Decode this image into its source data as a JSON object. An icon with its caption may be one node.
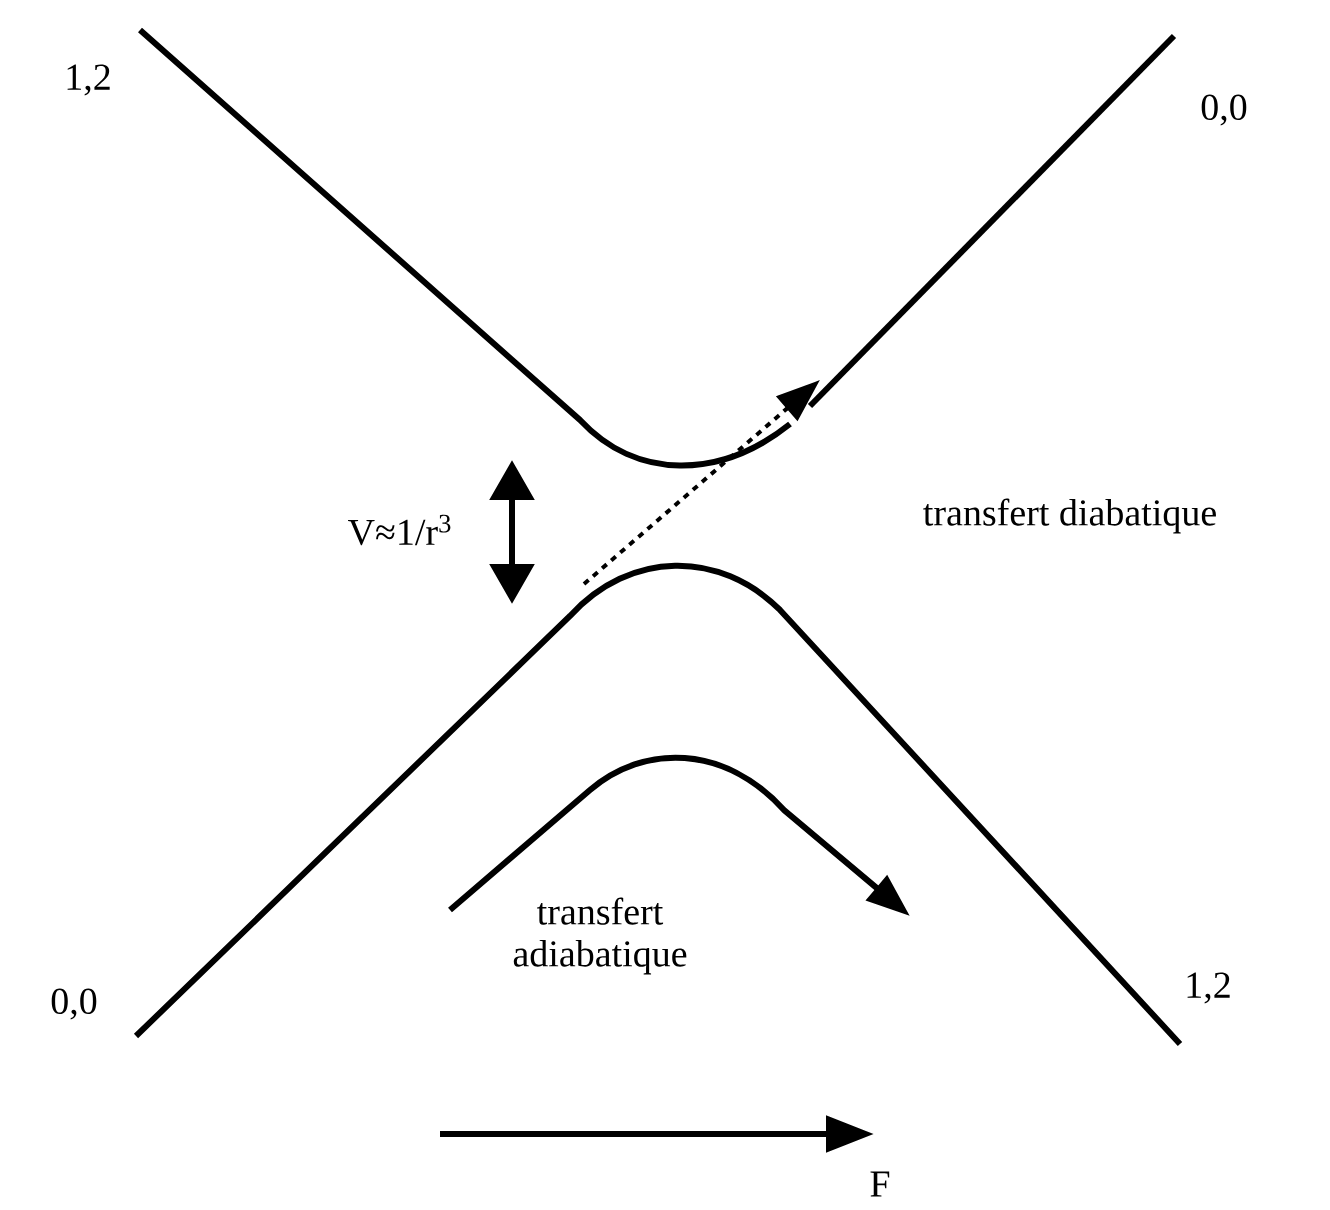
{
  "diagram": {
    "labels": [
      "1,2",
      "0,0",
      "transfert diabatique",
      "V≈1/r$^{3}$",
      "0,0",
      "transfert adiabatique",
      "1,2",
      "F"
    ]
  }
}
